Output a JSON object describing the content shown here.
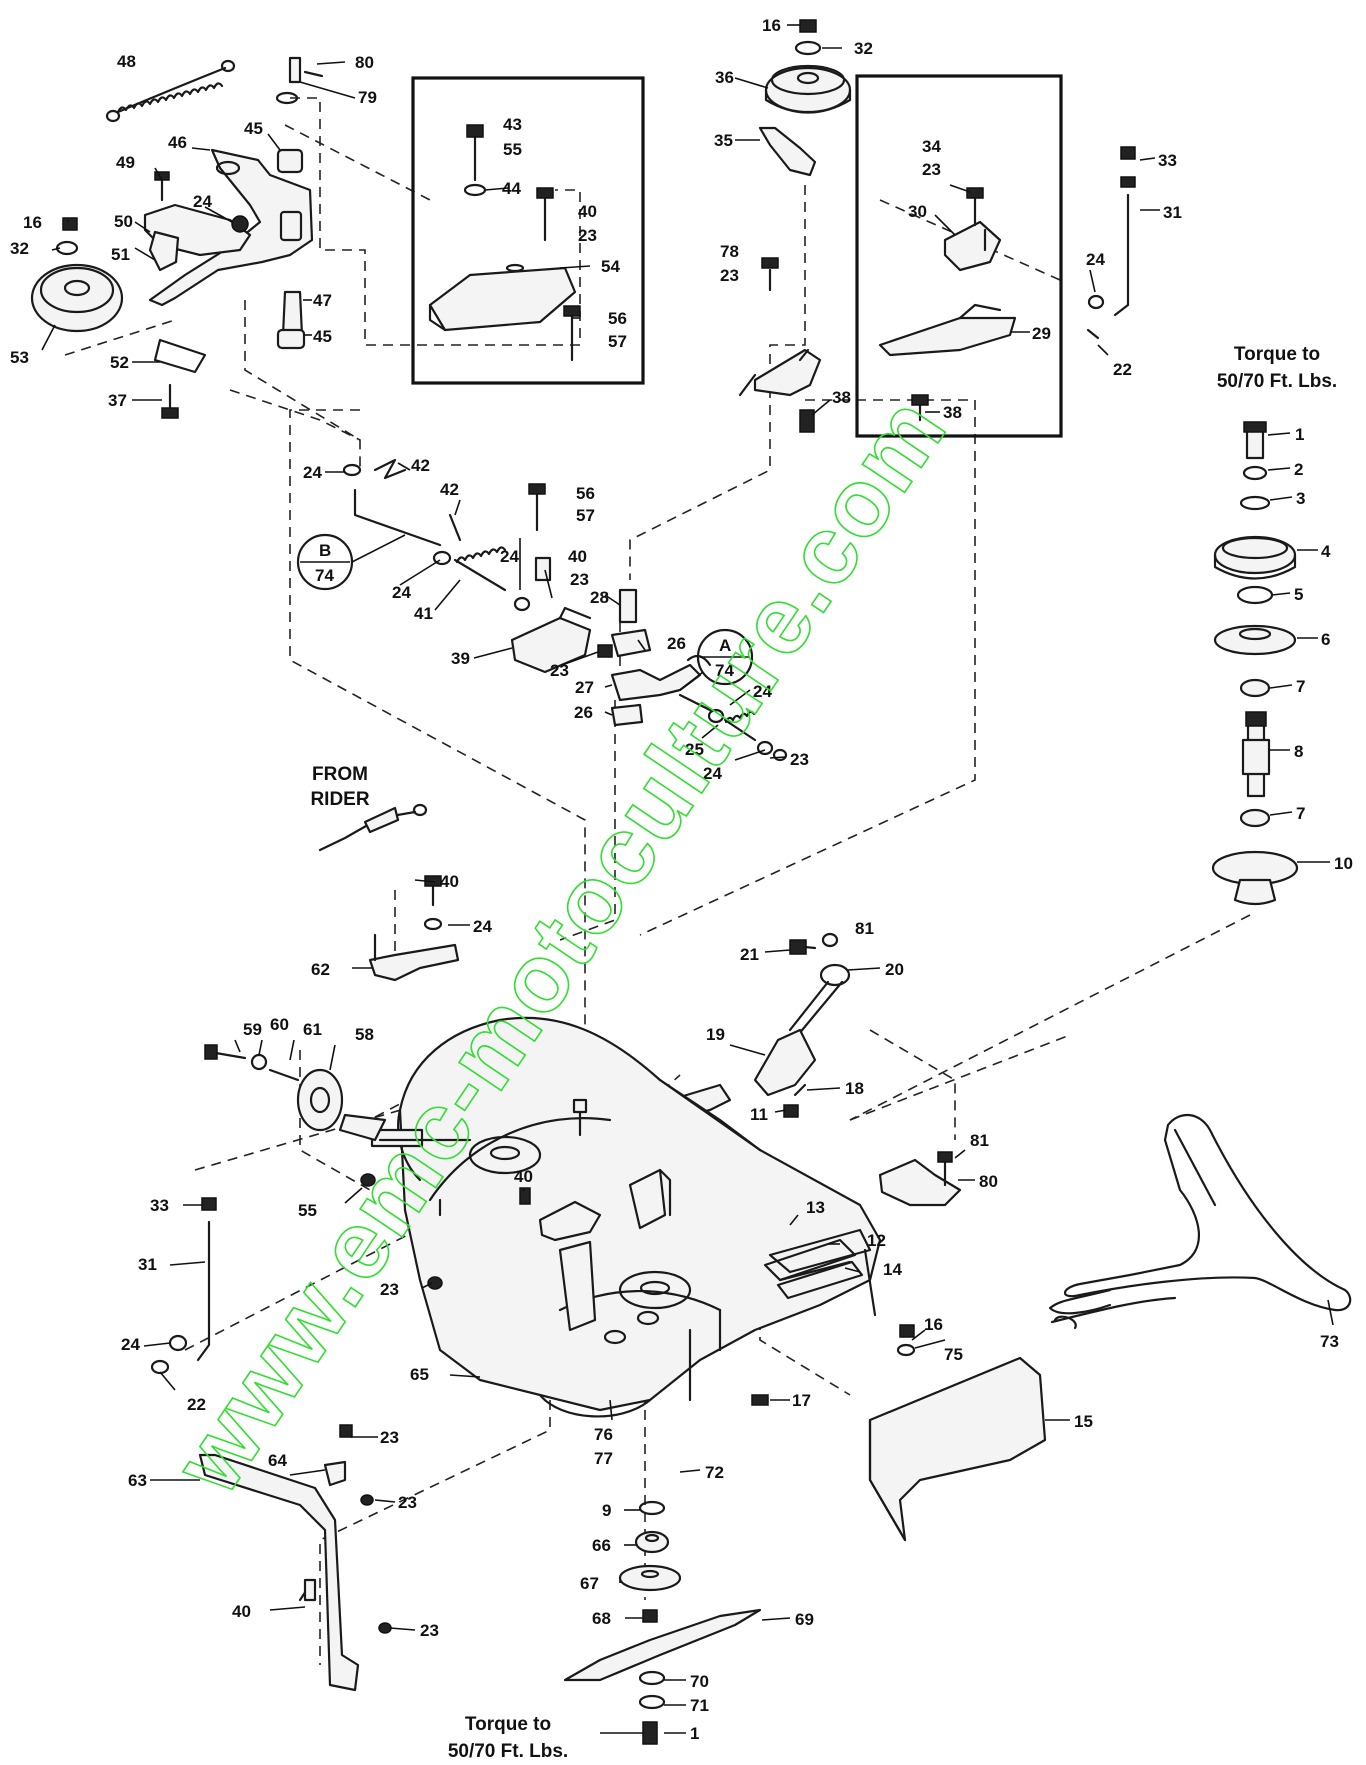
{
  "callouts": {
    "c48": "48",
    "c80a": "80",
    "c79": "79",
    "c46": "46",
    "c45a": "45",
    "c49": "49",
    "c24a": "24",
    "c50": "50",
    "c16a": "16",
    "c32a": "32",
    "c51": "51",
    "c47": "47",
    "c45b": "45",
    "c53": "53",
    "c52": "52",
    "c37": "37",
    "c43": "43",
    "c55a": "55",
    "c44": "44",
    "c40a": "40",
    "c23a": "23",
    "c54": "54",
    "c56a": "56",
    "c57a": "57",
    "c16b": "16",
    "c32b": "32",
    "c36": "36",
    "c35": "35",
    "c78": "78",
    "c23b": "23",
    "c38a": "38",
    "c34": "34",
    "c23c": "23",
    "c30": "30",
    "c29": "29",
    "c38b": "38",
    "c33a": "33",
    "c31a": "31",
    "c24b": "24",
    "c22a": "22",
    "c1a": "1",
    "c2": "2",
    "c3": "3",
    "c4": "4",
    "c5": "5",
    "c6": "6",
    "c7a": "7",
    "c8": "8",
    "c7b": "7",
    "c10": "10",
    "c24c": "24",
    "c42a": "42",
    "c42b": "42",
    "c56b": "56",
    "c57b": "57",
    "c24d": "24",
    "c40b": "40",
    "c24e": "24",
    "c23d": "23",
    "c41": "41",
    "c28": "28",
    "c26a": "26",
    "c39": "39",
    "c23e": "23",
    "c27": "27",
    "c24f": "24",
    "c26b": "26",
    "c25": "25",
    "c24g": "24",
    "c23f": "23",
    "c40c": "40",
    "c24h": "24",
    "c62": "62",
    "c81a": "81",
    "c21": "21",
    "c20": "20",
    "c19": "19",
    "c18": "18",
    "c11": "11",
    "c59": "59",
    "c60": "60",
    "c61": "61",
    "c58": "58",
    "c55b": "55",
    "c40d": "40",
    "c81b": "81",
    "c80b": "80",
    "c13": "13",
    "c12": "12",
    "c14": "14",
    "c33b": "33",
    "c31b": "31",
    "c23g": "23",
    "c24i": "24",
    "c22b": "22",
    "c65": "65",
    "c16c": "16",
    "c75": "75",
    "c15": "15",
    "c17": "17",
    "c76": "76",
    "c77": "77",
    "c72": "72",
    "c73": "73",
    "c23h": "23",
    "c64": "64",
    "c63": "63",
    "c23i": "23",
    "c40e": "40",
    "c23j": "23",
    "c9": "9",
    "c66": "66",
    "c67": "67",
    "c68": "68",
    "c69": "69",
    "c70": "70",
    "c71": "71",
    "c1b": "1"
  },
  "refs": {
    "b_letter": "B",
    "b_page": "74",
    "a_letter": "A",
    "a_page": "74"
  },
  "notes": {
    "torque_top_1": "Torque to",
    "torque_top_2": "50/70 Ft. Lbs.",
    "torque_bottom_1": "Torque to",
    "torque_bottom_2": "50/70 Ft. Lbs.",
    "from_rider_1": "FROM",
    "from_rider_2": "RIDER"
  },
  "watermark": {
    "text": "www.emc-motoculture.com",
    "color": "#33dd33"
  }
}
